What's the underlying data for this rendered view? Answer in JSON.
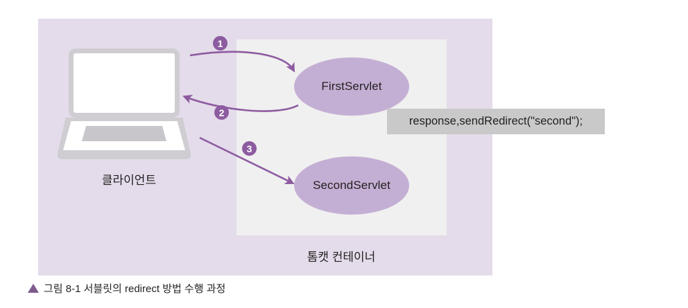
{
  "figure": {
    "caption_marker": "triangle-up",
    "caption_text": "그림 8-1 서블릿의 redirect 방법 수행 과정"
  },
  "diagram": {
    "client": {
      "label": "클라이언트",
      "icon": "laptop-icon"
    },
    "container": {
      "label": "톰캣 컨테이너"
    },
    "nodes": [
      {
        "id": "first-servlet",
        "label": "FirstServlet"
      },
      {
        "id": "second-servlet",
        "label": "SecondServlet"
      }
    ],
    "code_callout": {
      "text": "response,sendRedirect(\"second\");"
    },
    "steps": [
      {
        "number": "❶",
        "numeral": "1",
        "description": "client request to FirstServlet"
      },
      {
        "number": "❷",
        "numeral": "2",
        "description": "FirstServlet redirect response to client"
      },
      {
        "number": "❸",
        "numeral": "3",
        "description": "client request to SecondServlet"
      }
    ]
  },
  "colors": {
    "outer_panel": "#e4dcea",
    "inner_container": "#f0f0f0",
    "ellipse_fill": "#c4afd4",
    "arrow": "#8d5ba0",
    "badge": "#8d5ba0",
    "code_box": "#c9c9c9",
    "laptop_outline": "#d0cdd2",
    "text": "#231f20"
  }
}
